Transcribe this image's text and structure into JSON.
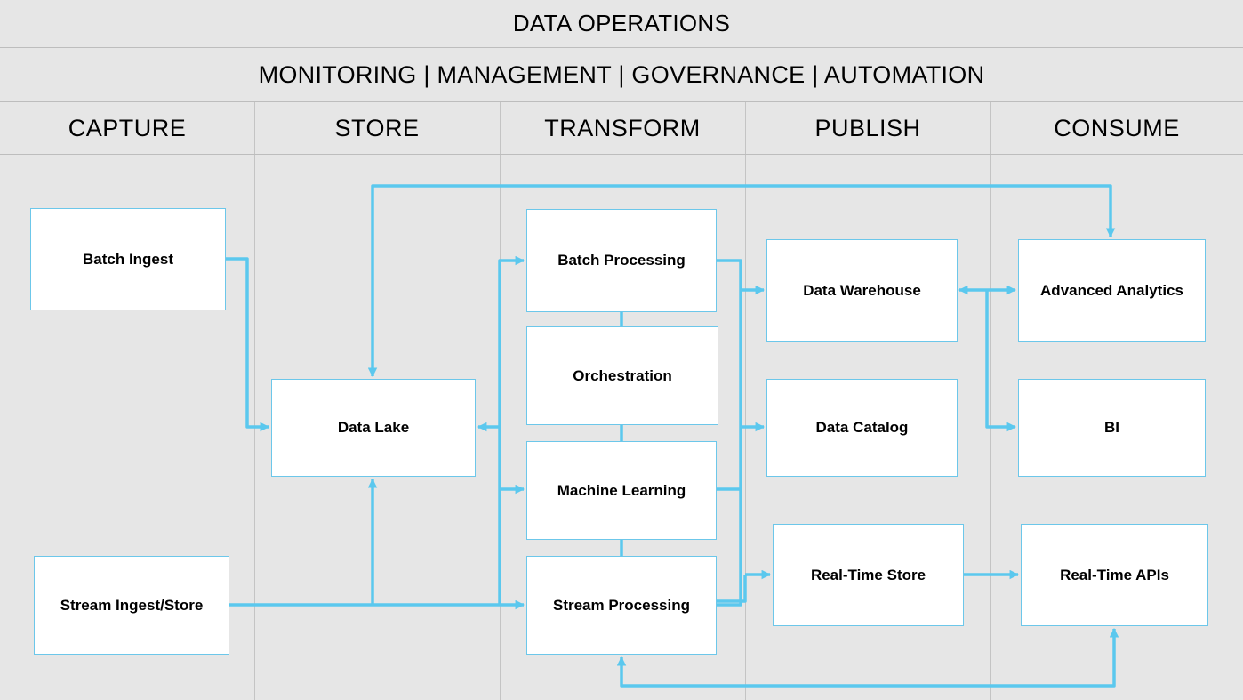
{
  "header": {
    "title": "DATA OPERATIONS",
    "subtitle": "MONITORING | MANAGEMENT | GOVERNANCE | AUTOMATION"
  },
  "stages": [
    "CAPTURE",
    "STORE",
    "TRANSFORM",
    "PUBLISH",
    "CONSUME"
  ],
  "nodes": {
    "batch_ingest": "Batch Ingest",
    "stream_ingest": "Stream Ingest/Store",
    "data_lake": "Data Lake",
    "batch_processing": "Batch Processing",
    "orchestration": "Orchestration",
    "machine_learning": "Machine Learning",
    "stream_processing": "Stream Processing",
    "data_warehouse": "Data Warehouse",
    "data_catalog": "Data Catalog",
    "real_time_store": "Real-Time Store",
    "advanced_analytics": "Advanced Analytics",
    "bi": "BI",
    "real_time_apis": "Real-Time APIs"
  },
  "colors": {
    "background": "#e6e6e6",
    "connector": "#5bc8ee",
    "node_border": "#6cc7ea",
    "node_fill": "#ffffff"
  },
  "connections": [
    [
      "batch_ingest",
      "data_lake"
    ],
    [
      "stream_ingest",
      "data_lake"
    ],
    [
      "stream_ingest",
      "stream_processing"
    ],
    [
      "data_lake",
      "advanced_analytics"
    ],
    [
      "advanced_analytics",
      "data_lake"
    ],
    [
      "transform",
      "data_lake"
    ],
    [
      "data_lake",
      "batch_processing"
    ],
    [
      "data_lake",
      "machine_learning"
    ],
    [
      "transform",
      "data_warehouse"
    ],
    [
      "transform",
      "data_catalog"
    ],
    [
      "transform",
      "real_time_store"
    ],
    [
      "data_warehouse",
      "advanced_analytics"
    ],
    [
      "advanced_analytics",
      "data_warehouse"
    ],
    [
      "data_warehouse",
      "bi"
    ],
    [
      "real_time_store",
      "real_time_apis"
    ],
    [
      "stream_processing",
      "real_time_apis"
    ],
    [
      "real_time_apis",
      "stream_processing"
    ]
  ]
}
